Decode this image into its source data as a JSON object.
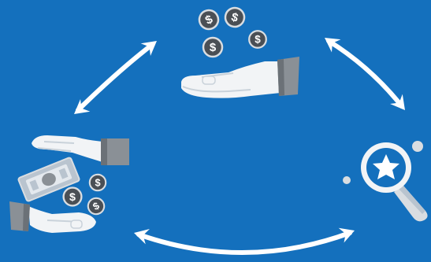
{
  "colors": {
    "background": "#1470bd",
    "arrow": "#ffffff",
    "hand": "#f2f4f6",
    "hand_shadow": "#c9d2da",
    "cuff": "#8a9096",
    "cuff_dark": "#6b7177",
    "coin": "#4a4f55",
    "coin_rim": "#d9dde1",
    "bill": "#b9c4cf",
    "bill_inner": "#e4e9ee",
    "lens": "#1470bd",
    "star": "#ffffff",
    "dot": "#d9dde1"
  },
  "diagram": {
    "nodes": [
      {
        "name": "giver-hand-with-coins",
        "icon": "hand-receiving-coins-icon"
      },
      {
        "name": "exchange-hands-with-money",
        "icon": "hands-exchanging-money-icon"
      },
      {
        "name": "review-magnifier-star",
        "icon": "magnifier-star-icon"
      }
    ],
    "arrows": [
      {
        "from": "exchange-hands-with-money",
        "to": "giver-hand-with-coins",
        "type": "bidirectional"
      },
      {
        "from": "giver-hand-with-coins",
        "to": "review-magnifier-star",
        "type": "bidirectional"
      },
      {
        "from": "exchange-hands-with-money",
        "to": "review-magnifier-star",
        "type": "bidirectional"
      }
    ]
  }
}
